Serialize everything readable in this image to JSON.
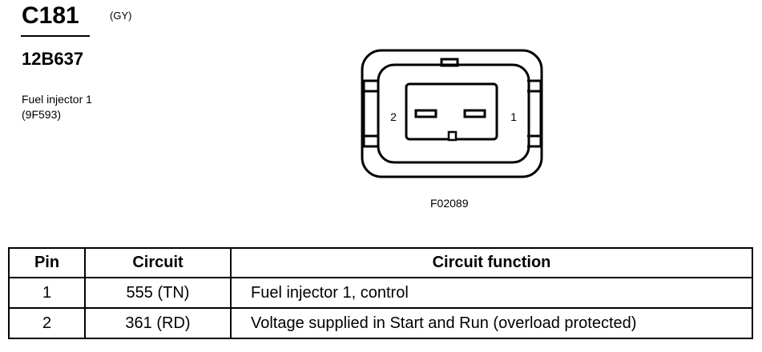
{
  "connector": {
    "id": "C181",
    "color_code": "(GY)",
    "part_number": "12B637",
    "description_line1": "Fuel injector 1",
    "description_line2": "(9F593)"
  },
  "diagram": {
    "pin_left_label": "2",
    "pin_right_label": "1",
    "figure_code": "F02089"
  },
  "table": {
    "headers": [
      "Pin",
      "Circuit",
      "Circuit function"
    ],
    "rows": [
      [
        "1",
        "555 (TN)",
        "Fuel injector 1, control"
      ],
      [
        "2",
        "361 (RD)",
        "Voltage supplied in Start and Run (overload protected)"
      ]
    ]
  }
}
